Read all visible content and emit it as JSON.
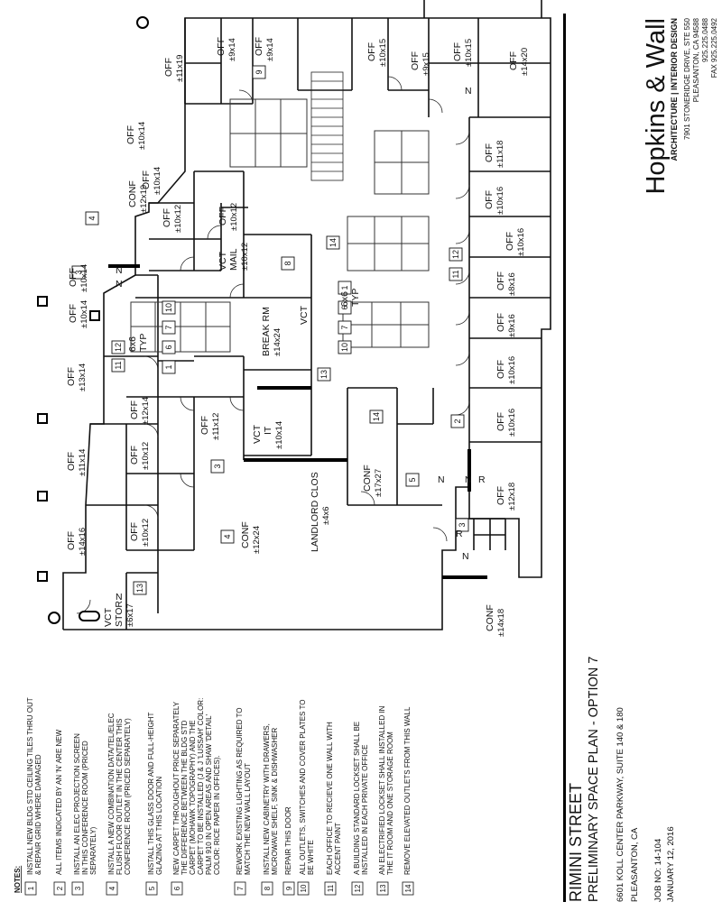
{
  "firm": {
    "name": "Hopkins & Wall",
    "tagline": "ARCHITECTURE | INTERIOR DESIGN",
    "address1": "7901 STONERIDGE DRIVE, STE 550",
    "address2": "PLEASANTON, CA 94588",
    "phone": "925.225.0488",
    "fax": "FAX 925.225.0492"
  },
  "project": {
    "title": "RIMINI STREET",
    "subtitle": "PRELIMINARY SPACE PLAN - OPTION 7",
    "address": "6601 KOLL CENTER PARKWAY, SUITE 140 & 180",
    "city": "PLEASANTON, CA",
    "job": "JOB NO: 14-104",
    "date": "JANUARY 12, 2016"
  },
  "notes_header": "NOTES:",
  "notes": [
    {
      "n": "1",
      "l1": "INSTALL NEW BLDG STD CEILING TILES THRU OUT",
      "l2": "& REPAIR GRID WHERE DAMAGED",
      "l3": "",
      "l4": ""
    },
    {
      "n": "2",
      "l1": "ALL ITEMS INDICATED BY AN 'N' ARE NEW",
      "l2": "",
      "l3": "",
      "l4": ""
    },
    {
      "n": "3",
      "l1": "INSTALL AN ELEC PROJECTION SCREEN",
      "l2": "IN THIS CONFERENCE ROOM (PRICED",
      "l3": "SEPARATELY)",
      "l4": ""
    },
    {
      "n": "4",
      "l1": "INSTALL A NEW COMBINATION DATA/TEL/ELEC",
      "l2": "FLUSH FLOOR OUTLET IN THE CENTER THIS",
      "l3": "CONFERENCE ROOM (PRICED SEPARATELY)",
      "l4": ""
    },
    {
      "n": "5",
      "l1": "INSTALL THIS GLASS DOOR AND FULL-HEIGHT",
      "l2": "GLAZING AT THIS LOCATION",
      "l3": "",
      "l4": ""
    },
    {
      "n": "6",
      "l1": "NEW CARPET THROUGHOUT PRICE SEPARATELY",
      "l2": "THE DIFFERENCE BETWEEN THE BLDG STD",
      "l3": "CARPET (MOHAWK TOPOGRAPHY) AND THE",
      "l4": "CARPET TO BE INSTALLED (J & J 'LUSSAH' COLOR:",
      "l5": "PALM 910 IN OPEN AREAS AND SHAW 'DETAIL'",
      "l6": "COLOR: RICE PAPER IN OFFICES)."
    },
    {
      "n": "7",
      "l1": "REWORK EXISTING LIGHTING AS REQUIRED TO",
      "l2": "MATCH THE NEW WALL LAYOUT",
      "l3": "",
      "l4": ""
    },
    {
      "n": "8",
      "l1": "INSTALL NEW CABINETRY WITH DRAWERS,",
      "l2": "MICROWAVE SHELF, SINK & DISHWASHER",
      "l3": "",
      "l4": ""
    },
    {
      "n": "9",
      "l1": "REPAIR THIS DOOR",
      "l2": "",
      "l3": "",
      "l4": ""
    },
    {
      "n": "10",
      "l1": "ALL OUTLETS, SWITCHES AND COVER PLATES TO",
      "l2": "BE WHITE",
      "l3": "",
      "l4": ""
    },
    {
      "n": "11",
      "l1": "EACH OFFICE TO RECIEVE ONE WALL WITH",
      "l2": "ACCENT PAINT",
      "l3": "",
      "l4": ""
    },
    {
      "n": "12",
      "l1": "A BUILDING STANDARD LOCKSET SHALL BE",
      "l2": "INSTALLED IN EACH PRIVATE OFFICE",
      "l3": "",
      "l4": ""
    },
    {
      "n": "13",
      "l1": "AN ELECTRIFIED LOCKSET SHALL INSTALLED IN",
      "l2": "THE IT ROOM AND ONE STORAGE ROOM",
      "l3": "",
      "l4": ""
    },
    {
      "n": "14",
      "l1": "REMOVE ELEVATED OUTLETS FROM THIS WALL",
      "l2": "",
      "l3": "",
      "l4": ""
    }
  ],
  "rooms": {
    "off": "OFF",
    "conf": "CONF",
    "vct": "VCT",
    "stor": "STOR",
    "mail": "MAIL",
    "break": "BREAK RM",
    "it": "IT",
    "landlord": "LANDLORD CLOS",
    "typ": "TYP",
    "grid": "6x6",
    "n": "N",
    "r": "R",
    "s": "S"
  },
  "dims": {
    "d14x16": "±14x16",
    "d11x14": "±11x14",
    "d13x14": "±13x14",
    "d10x14": "±10x14",
    "d10x14b": "±10x14",
    "d10x12": "±10x12",
    "d10x12b": "±10x12",
    "d12x14": "±12x14",
    "d11x12": "±11x12",
    "d10x12c": "±10x12",
    "d10x12d": "±10x12",
    "d12x24": "±12x24",
    "d6x17": "±6x17",
    "d4x6": "±4x6",
    "d17x27": "±17x27",
    "d10x14it": "±10x14",
    "d14x24": "±14x24",
    "d10x12mail": "±10x12",
    "d12x19": "±12x19",
    "d10x14c": "±10x14",
    "d10x14d": "±10x14",
    "d11x19": "±11x19",
    "d9x14": "±9x14",
    "d9x14b": "±9x14",
    "d10x15": "±10x15",
    "d9x15": "±9x15",
    "d10x15b": "±10x15",
    "d14x20": "±14x20",
    "d11x18": "±11x18",
    "d10x16": "±10x16",
    "d10x16b": "±10x16",
    "d8x16": "±8x16",
    "d9x16": "±9x16",
    "d10x16c": "±10x16",
    "d10x16d": "±10x16",
    "d12x18": "±12x18",
    "d14x18": "±14x18"
  }
}
